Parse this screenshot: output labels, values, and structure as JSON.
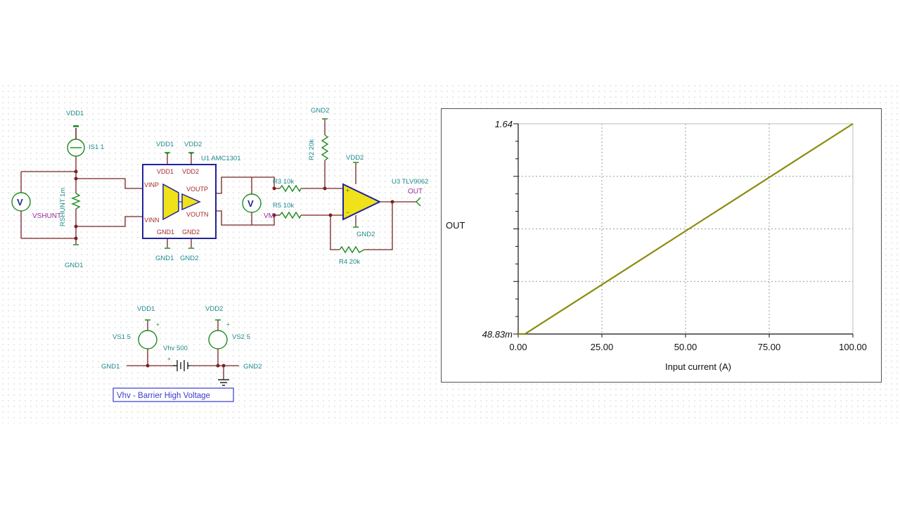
{
  "schematic": {
    "labels": {
      "vdd1_top": "VDD1",
      "is1": "IS1 1",
      "rshunt": "RSHUNT 1m",
      "vshunt": "VSHUNT",
      "gnd1_left": "GND1",
      "u1_vdd1": "VDD1",
      "u1_vdd2": "VDD2",
      "u1_name": "U1 AMC1301",
      "pin_vdd1": "VDD1",
      "pin_vdd2": "VDD2",
      "pin_vinp": "VINP",
      "pin_vinn": "VINN",
      "pin_voutp": "VOUTP",
      "pin_voutn": "VOUTN",
      "pin_gnd1": "GND1",
      "pin_gnd2": "GND2",
      "u1_gnd1": "GND1",
      "u1_gnd2": "GND2",
      "vm_label": "VM",
      "r3": "R3 10k",
      "r5": "R5 10k",
      "gnd2_top": "GND2",
      "r2": "R2 20k",
      "u3_vdd2": "VDD2",
      "u3_name": "U3 TLV9062",
      "out": "OUT",
      "u3_gnd2": "GND2",
      "r4": "R4 20k",
      "vs1_vdd1": "VDD1",
      "vs1": "VS1 5",
      "vs2_vdd2": "VDD2",
      "vs2": "VS2 5",
      "vhv": "Vhv 500",
      "gnd1_bottom": "GND1",
      "gnd2_bottom": "GND2",
      "note": "Vhv - Barrier High Voltage"
    },
    "colors": {
      "wire": "#7a2222",
      "component": "#1e8a1e",
      "label": "#1f8a8a",
      "pin": "#a52a2a",
      "net": "#9b2d9b",
      "ic_border": "#22229a",
      "ic_fill": "#f0e21a"
    }
  },
  "chart_data": {
    "type": "line",
    "xlabel": "Input current (A)",
    "ylabel": "OUT",
    "xlim": [
      0,
      100
    ],
    "ylim": [
      0.04883,
      1.64
    ],
    "x_ticks": [
      "0.00",
      "25.00",
      "50.00",
      "75.00",
      "100.00"
    ],
    "y_ticks": [
      "48.83m",
      "1.64"
    ],
    "grid": true,
    "line_color": "#8b8b0a",
    "series": [
      {
        "x": [
          0,
          2,
          100
        ],
        "y": [
          0.04883,
          0.04883,
          1.64
        ]
      }
    ]
  }
}
